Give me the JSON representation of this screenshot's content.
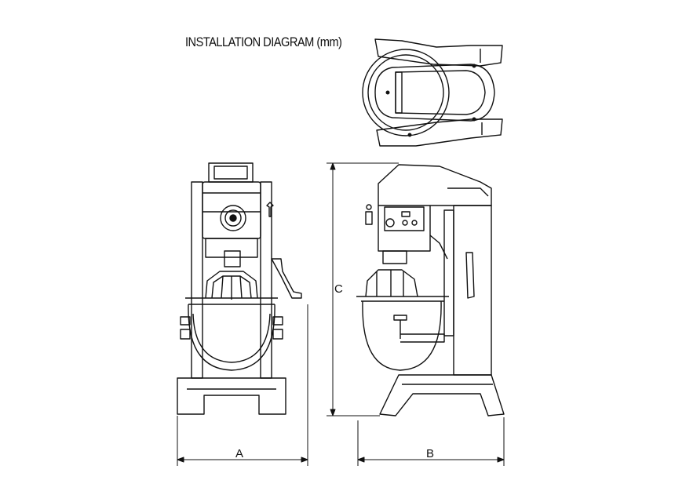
{
  "title": "INSTALLATION DIAGRAM (mm)",
  "dimensions": {
    "width": "A",
    "depth": "B",
    "height": "C"
  },
  "colors": {
    "line": "#111111",
    "background": "#ffffff"
  }
}
